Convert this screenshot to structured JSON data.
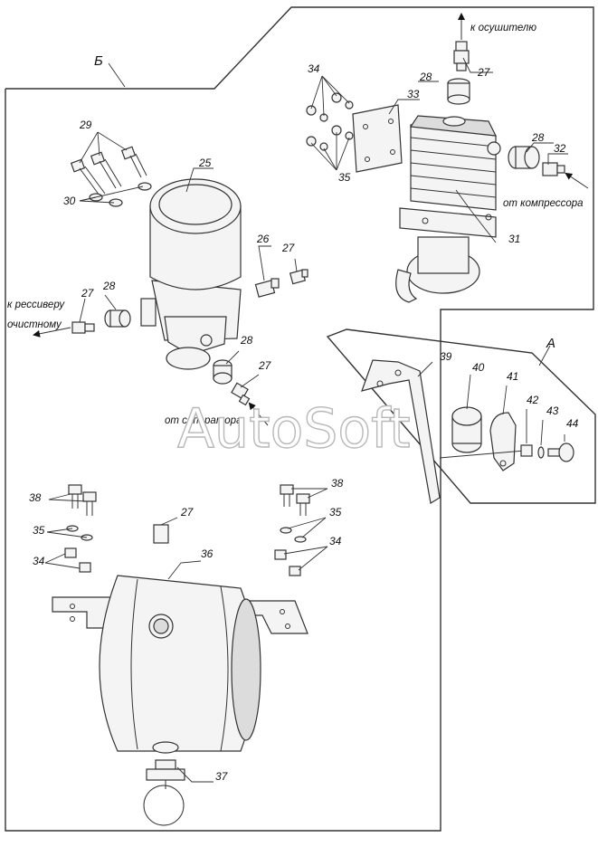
{
  "view_labels": {
    "b": "Б",
    "a": "А"
  },
  "flow_labels": {
    "to_dryer": "к осушителю",
    "from_compressor": "от компрессора",
    "to_receiver_line1": "к рессиверу",
    "to_receiver_line2": "очистному",
    "from_separator": "от сепаратора"
  },
  "watermark": "AutoSoft",
  "callouts": {
    "c27_top": "27",
    "c28_top": "28",
    "c28_right": "28",
    "c32": "32",
    "c33": "33",
    "c34_top": "34",
    "c35_top": "35",
    "c31": "31",
    "c29": "29",
    "c30": "30",
    "c25": "25",
    "c26": "26",
    "c27_mid": "27",
    "c27_left": "27",
    "c28_left": "28",
    "c28_bottom": "28",
    "c27_bottom": "27",
    "c39": "39",
    "c40": "40",
    "c41": "41",
    "c42": "42",
    "c43": "43",
    "c44": "44",
    "c38_left": "38",
    "c35_left": "35",
    "c34_left": "34",
    "c27_tank": "27",
    "c36": "36",
    "c38_right": "38",
    "c35_right": "35",
    "c34_right": "34",
    "c37": "37"
  }
}
